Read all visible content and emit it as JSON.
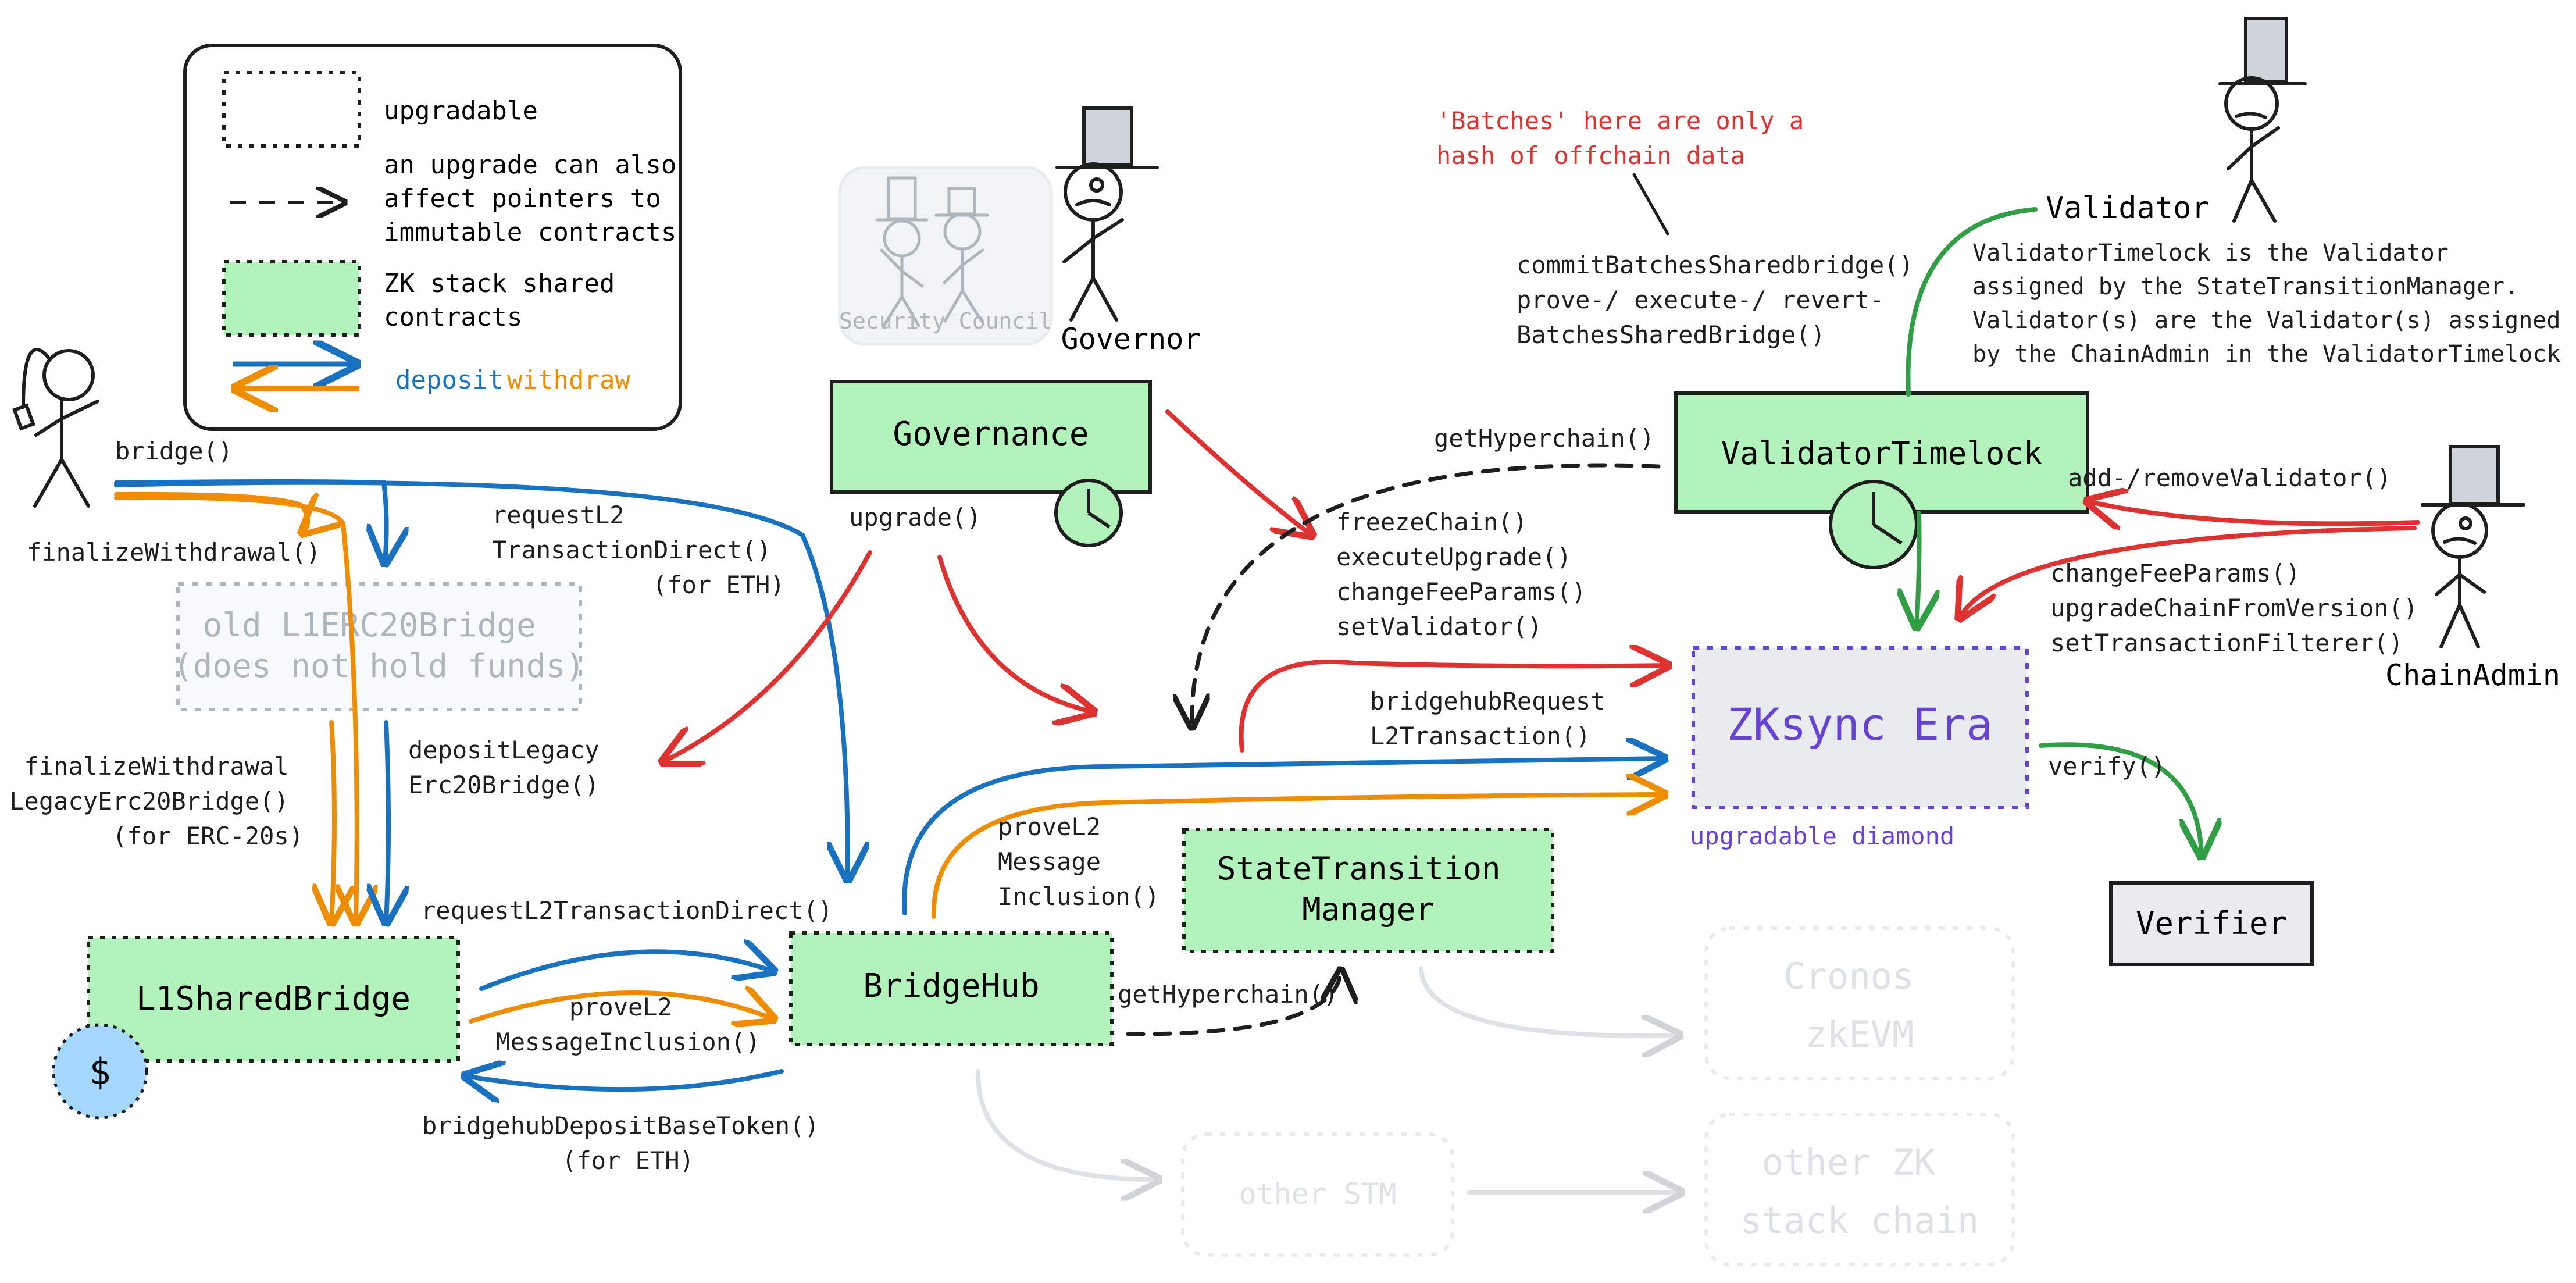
{
  "legend": {
    "upgradable": "upgradable",
    "pointer_upgrade": [
      "an upgrade can also",
      "affect pointers to",
      "immutable contracts"
    ],
    "shared": [
      "ZK stack shared",
      "contracts"
    ],
    "deposit": "deposit",
    "withdraw": "withdraw"
  },
  "actors": {
    "security_council": "Security Council",
    "governor": "Governor",
    "validator": "Validator",
    "chain_admin": "ChainAdmin"
  },
  "boxes": {
    "governance": "Governance",
    "validator_timelock": "ValidatorTimelock",
    "zksync_era": "ZKsync Era",
    "zksync_era_note": "upgradable diamond",
    "verifier": "Verifier",
    "state_transition_manager": [
      "StateTransition",
      "Manager"
    ],
    "bridgehub": "BridgeHub",
    "l1_shared_bridge": "L1SharedBridge",
    "old_bridge": [
      "old L1ERC20Bridge",
      "(does not hold funds)"
    ],
    "cronos": [
      "Cronos",
      "zkEVM"
    ],
    "other_stm": "other STM",
    "other_chain": [
      "other ZK",
      "stack chain"
    ],
    "dollar": "$"
  },
  "notes": {
    "batches": [
      "'Batches' here are only a",
      "hash of offchain data"
    ],
    "validator_timelock": [
      "ValidatorTimelock is the Validator",
      "assigned by the StateTransitionManager.",
      "Validator(s) are the Validator(s) assigned",
      "by the ChainAdmin in the ValidatorTimelock"
    ]
  },
  "labels": {
    "bridge": "bridge()",
    "finalize_withdrawal": "finalizeWithdrawal()",
    "request_l2_tx_direct_eth": [
      "requestL2",
      "TransactionDirect()",
      "(for ETH)"
    ],
    "finalize_legacy": [
      "finalizeWithdrawal",
      "LegacyErc20Bridge()",
      "(for ERC-20s)"
    ],
    "deposit_legacy": [
      "depositLegacy",
      "Erc20Bridge()"
    ],
    "request_l2_tx_direct": "requestL2TransactionDirect()",
    "prove_l2_msg": [
      "proveL2",
      "MessageInclusion()"
    ],
    "bridgehub_deposit_base": [
      "bridgehubDepositBaseToken()",
      "(for ETH)"
    ],
    "upgrade": "upgrade()",
    "stm_calls": [
      "freezeChain()",
      "executeUpgrade()",
      "changeFeeParams()",
      "setValidator()"
    ],
    "get_hyperchain_top": "getHyperchain()",
    "get_hyperchain_bottom": "getHyperchain()",
    "batch_calls": [
      "commitBatchesSharedbridge()",
      "prove-/ execute-/ revert-",
      "BatchesSharedBridge()"
    ],
    "add_remove_validator": "add-/removeValidator()",
    "admin_calls": [
      "changeFeeParams()",
      "upgradeChainFromVersion()",
      "setTransactionFilterer()"
    ],
    "bridgehub_request": [
      "bridgehubRequest",
      "L2Transaction()"
    ],
    "prove_l2_msg_incl": [
      "proveL2",
      "Message",
      "Inclusion()"
    ],
    "verify": "verify()"
  },
  "colors": {
    "green_fill": "#b2f2bb",
    "blue": "#1971c2",
    "orange": "#f08c00",
    "red": "#e03131",
    "green_arrow": "#2f9e44",
    "purple": "#6741d9",
    "light_gray": "#ced4da",
    "dollar_fill": "#a5d8ff"
  }
}
